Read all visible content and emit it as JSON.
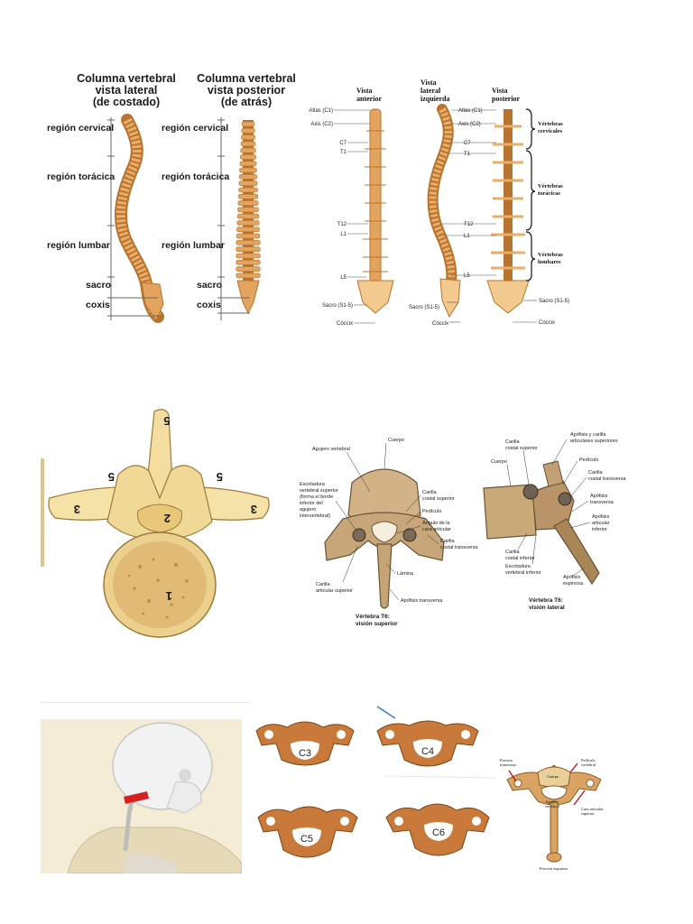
{
  "colors": {
    "bone": "#e3a45f",
    "bone_dark": "#b8742e",
    "bone_light": "#f2c98e",
    "page_bg": "#ffffff",
    "panel3_bg": "#f4ecd4",
    "text": "#222222"
  },
  "panel_spines_simple": {
    "lateral_title": [
      "Columna vertebral",
      "vista lateral",
      "(de costado)"
    ],
    "posterior_title": [
      "Columna vertebral",
      "vista posterior",
      "(de atrás)"
    ],
    "lateral_regions": [
      "región cervical",
      "región torácica",
      "región lumbar",
      "sacro",
      "coxis"
    ],
    "posterior_regions": [
      "región cervical",
      "región torácica",
      "región lumbar",
      "sacro",
      "coxis"
    ]
  },
  "panel_spines_detailed": {
    "views": [
      [
        "Vista",
        "anterior"
      ],
      [
        "Vista",
        "lateral",
        "izquierda"
      ],
      [
        "Vista",
        "posterior"
      ]
    ],
    "left_labels": [
      "Atlas (C1)",
      "Axis (C2)",
      "C7",
      "T1",
      "T12",
      "L1",
      "L5",
      "Sacro (S1-5)",
      "Cóccix"
    ],
    "mid_labels": [
      "Atlas (C1)",
      "Axis (C2)",
      "C7",
      "T1",
      "T12",
      "L1",
      "L5",
      "Sacro (S1-5)",
      "Cóccix"
    ],
    "right_labels": [
      "Sacro (S1-5)",
      "Cóccix"
    ],
    "brackets": [
      [
        "Vértebras",
        "cervicales"
      ],
      [
        "Vértebras",
        "torácicas"
      ],
      [
        "Vértebras",
        "lombares"
      ]
    ]
  },
  "panel_lumbar_vertebra": {
    "numbers": [
      "5",
      "5",
      "5",
      "3",
      "3",
      "2",
      "1"
    ]
  },
  "panel_t6": {
    "superior_labels": [
      "Cuerpo",
      "Agujero vertebral",
      "Escotadura",
      "vertebral superior",
      "(forma el borde",
      "inferior del",
      "agujero",
      "intervertebral)",
      "Carilla",
      "costal superior",
      "Pedículo",
      "Ángulo de la",
      "cara articular",
      "Carilla",
      "costal transversa",
      "Lámina",
      "Carilla",
      "articular superior",
      "Apófisis transversa"
    ],
    "superior_caption": [
      "Vértebra T6:",
      "visión superior"
    ],
    "lateral_labels": [
      "Carilla",
      "costal superior",
      "Apófisis y carilla",
      "articulares superiores",
      "Cuerpo",
      "Pedículo",
      "Carilla",
      "costal transversa",
      "Apófisis",
      "transversa",
      "Apófisis",
      "articular",
      "inferior",
      "Carilla",
      "costal inferior",
      "Escotadura",
      "vertebral inferior",
      "Apófisis",
      "espinosa"
    ],
    "lateral_caption": [
      "Vértebra T6:",
      "visión lateral"
    ]
  },
  "panel_cervical": {
    "vertebrae": [
      "C3",
      "C4",
      "C5",
      "C6"
    ],
    "diagram_labels": [
      "Proceso",
      "transverso",
      "Pedículo",
      "vertebral",
      "Cuerpo",
      "Agujero",
      "vertebral",
      "Cara articular",
      "superior",
      "Proceso espinoso"
    ]
  }
}
